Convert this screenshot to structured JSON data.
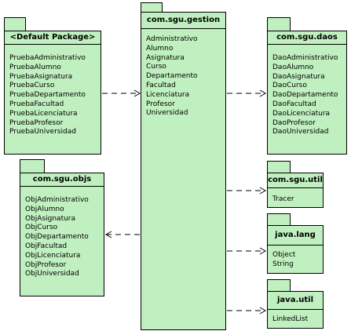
{
  "packages": {
    "default": {
      "name": "<Default Package>",
      "items": [
        "PruebaAdministrativo",
        "PruebaAlumno",
        "PruebaAsignatura",
        "PruebaCurso",
        "PruebaDepartamento",
        "PruebaFacultad",
        "PruebaLicenciatura",
        "PruebaProfesor",
        "PruebaUniversidad"
      ]
    },
    "gestion": {
      "name": "com.sgu.gestion",
      "items": [
        "Administrativo",
        "Alumno",
        "Asignatura",
        "Curso",
        "Departamento",
        "Facultad",
        "Licenciatura",
        "Profesor",
        "Universidad"
      ]
    },
    "daos": {
      "name": "com.sgu.daos",
      "items": [
        "DaoAdministrativo",
        "DaoAlumno",
        "DaoAsignatura",
        "DaoCurso",
        "DaoDepartamento",
        "DaoFacultad",
        "DaoLicenciatura",
        "DaoProfesor",
        "DaoUniversidad"
      ]
    },
    "objs": {
      "name": "com.sgu.objs",
      "items": [
        "ObjAdministrativo",
        "ObjAlumno",
        "ObjAsignatura",
        "ObjCurso",
        "ObjDepartamento",
        "ObjFacultad",
        "ObjLicenciatura",
        "ObjProfesor",
        "ObjUniversidad"
      ]
    },
    "util": {
      "name": "com.sgu.util",
      "items": [
        "Tracer"
      ]
    },
    "lang": {
      "name": "java.lang",
      "items": [
        "Object",
        "String"
      ]
    },
    "javautil": {
      "name": "java.util",
      "items": [
        "LinkedList"
      ]
    }
  },
  "dependencies": [
    {
      "from": "default",
      "to": "gestion"
    },
    {
      "from": "gestion",
      "to": "daos"
    },
    {
      "from": "gestion",
      "to": "objs"
    },
    {
      "from": "gestion",
      "to": "util"
    },
    {
      "from": "gestion",
      "to": "lang"
    },
    {
      "from": "gestion",
      "to": "javautil"
    }
  ]
}
